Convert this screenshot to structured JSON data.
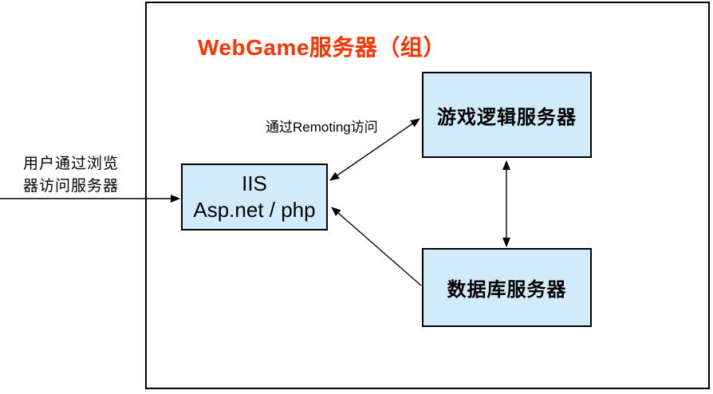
{
  "diagram": {
    "title": "WebGame服务器（组）",
    "title_color": "#ff3300",
    "node_fill_color": "#d2ebfa",
    "node_border_color": "#000000",
    "nodes": [
      {
        "id": "iis",
        "line1": "IIS",
        "line2": "Asp.net / php"
      },
      {
        "id": "game-logic-server",
        "label": "游戏逻辑服务器"
      },
      {
        "id": "database-server",
        "label": "数据库服务器"
      }
    ],
    "annotations": {
      "user_access": {
        "line1": "用户通过浏览",
        "line2": "器访问服务器"
      },
      "remoting": "通过Remoting访问"
    },
    "edges": [
      {
        "from": "user-browser",
        "to": "iis",
        "bidirectional": false,
        "label": "用户通过浏览器访问服务器"
      },
      {
        "from": "iis",
        "to": "game-logic-server",
        "bidirectional": true,
        "label": "通过Remoting访问"
      },
      {
        "from": "database-server",
        "to": "iis",
        "bidirectional": false,
        "label": ""
      },
      {
        "from": "game-logic-server",
        "to": "database-server",
        "bidirectional": true,
        "label": ""
      }
    ]
  }
}
